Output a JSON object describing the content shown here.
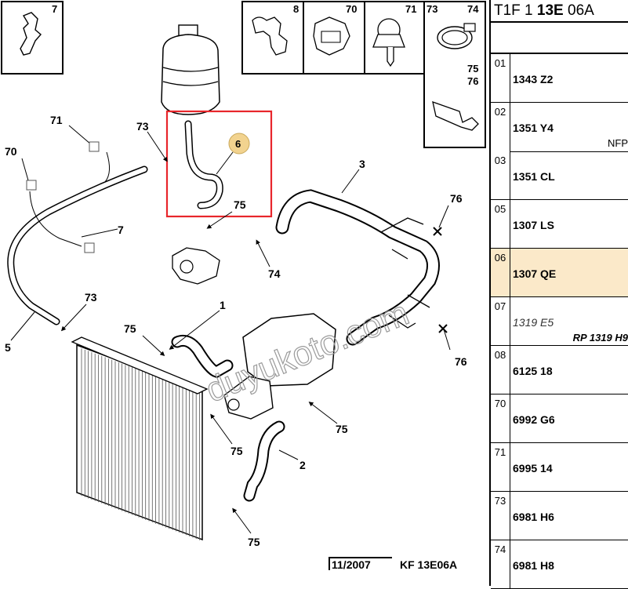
{
  "header": {
    "prefix": "T1F 1",
    "bold": "13E",
    "suffix": "06A"
  },
  "callouts": {
    "c7a": "7",
    "c8": "8",
    "c70a": "70",
    "c71a": "71",
    "c73a": "73",
    "c74a": "74",
    "c75a": "75",
    "c76a": "76",
    "c71b": "71",
    "c70b": "70",
    "c73b": "73",
    "c6": "6",
    "c3": "3",
    "c75b": "75",
    "c7b": "7",
    "c76b": "76",
    "c74b": "74",
    "c73c": "73",
    "c1": "1",
    "c75c": "75",
    "c5": "5",
    "c76c": "76",
    "c75d": "75",
    "c75e": "75",
    "c2": "2",
    "c75f": "75"
  },
  "watermark": "duyukoto.com",
  "footer": {
    "date": "11/2007",
    "code": "KF 13E06A"
  },
  "parts": [
    {
      "idx": "01",
      "ref": "1343 Z2",
      "note": ""
    },
    {
      "idx": "02",
      "ref": "1351 Y4",
      "note": "NFP"
    },
    {
      "idx": "03",
      "ref": "1351 CL",
      "note": ""
    },
    {
      "idx": "05",
      "ref": "1307 LS",
      "note": ""
    },
    {
      "idx": "06",
      "ref": "1307 QE",
      "note": ""
    },
    {
      "idx": "07",
      "ref": "1319 E5",
      "note": "RP 1319 H9"
    },
    {
      "idx": "08",
      "ref": "6125 18",
      "note": ""
    },
    {
      "idx": "70",
      "ref": "6992 G6",
      "note": ""
    },
    {
      "idx": "71",
      "ref": "6995 14",
      "note": ""
    },
    {
      "idx": "73",
      "ref": "6981 H6",
      "note": ""
    },
    {
      "idx": "74",
      "ref": "6981 H8",
      "note": ""
    }
  ],
  "colors": {
    "highlight_box": "#e8262b",
    "selected_row": "#fbe9c9",
    "callout_6": "#f2d38f"
  }
}
